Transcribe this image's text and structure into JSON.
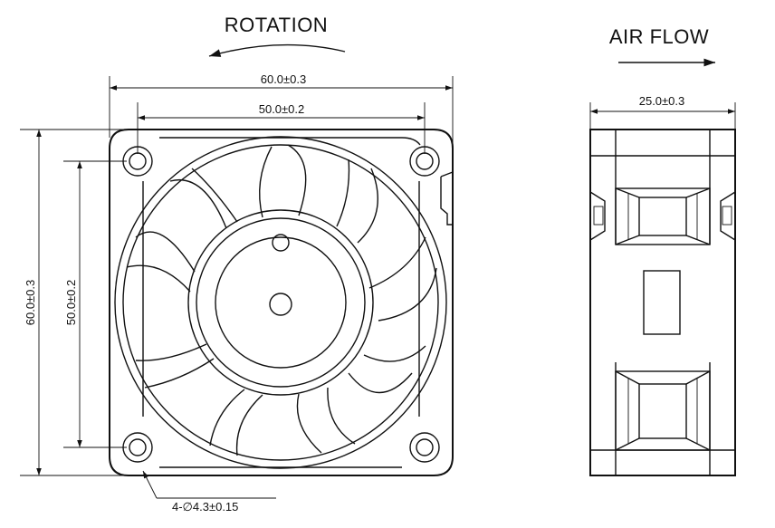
{
  "headings": {
    "rotation": "ROTATION",
    "air_flow": "AIR FLOW"
  },
  "dimensions": {
    "overall_width": "60.0±0.3",
    "hole_spacing_width": "50.0±0.2",
    "overall_height": "60.0±0.3",
    "hole_spacing_height": "50.0±0.2",
    "depth": "25.0±0.3",
    "mounting_holes": "4-∅4.3±0.15"
  },
  "colors": {
    "line": "#111111",
    "background": "#ffffff"
  }
}
